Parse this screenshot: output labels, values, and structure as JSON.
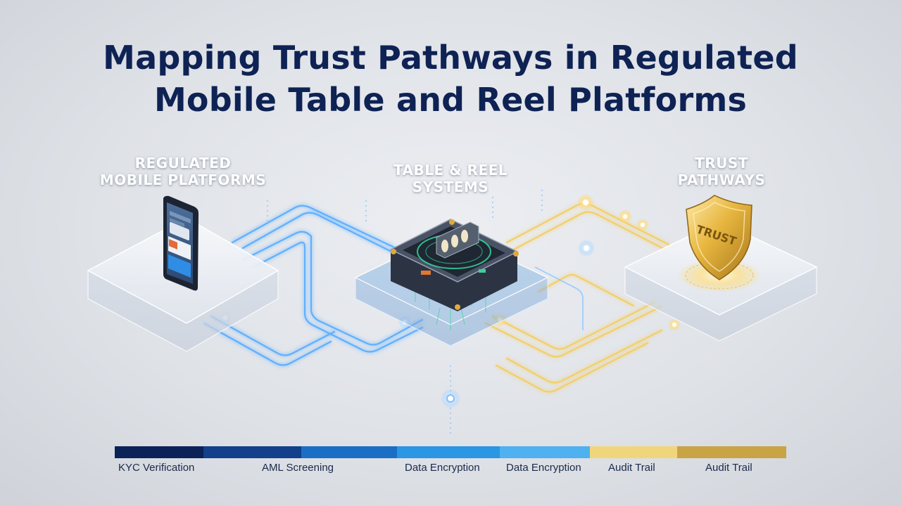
{
  "title": {
    "line1": "Mapping Trust Pathways in Regulated",
    "line2": "Mobile Table and Reel Platforms"
  },
  "nodes": {
    "left": {
      "line1": "REGULATED",
      "line2": "MOBILE PLATFORMS",
      "icon": "smartphone-icon"
    },
    "center": {
      "line1": "TABLE & REEL",
      "line2": "SYSTEMS",
      "icon": "slot-machine-chip-icon"
    },
    "right": {
      "line1": "TRUST",
      "line2": "PATHWAYS",
      "icon": "shield-icon",
      "badge_text": "TRUST"
    }
  },
  "legend": {
    "segments": [
      {
        "color": "#0b2258",
        "label": "KYC Verification"
      },
      {
        "color": "#12408a",
        "label": "AML Screening"
      },
      {
        "color": "#1a6fc4",
        "label": ""
      },
      {
        "color": "#2b96e3",
        "label": "Data Encryption"
      },
      {
        "color": "#4fb1ef",
        "label": "Data Encryption"
      },
      {
        "color": "#f0d67a",
        "label": "Audit Trail"
      },
      {
        "color": "#c9a445",
        "label": "Audit Trail"
      }
    ]
  },
  "colors": {
    "title": "#0e2254",
    "blue_path": "#5fb0ff",
    "gold_path": "#f3cf6a"
  }
}
